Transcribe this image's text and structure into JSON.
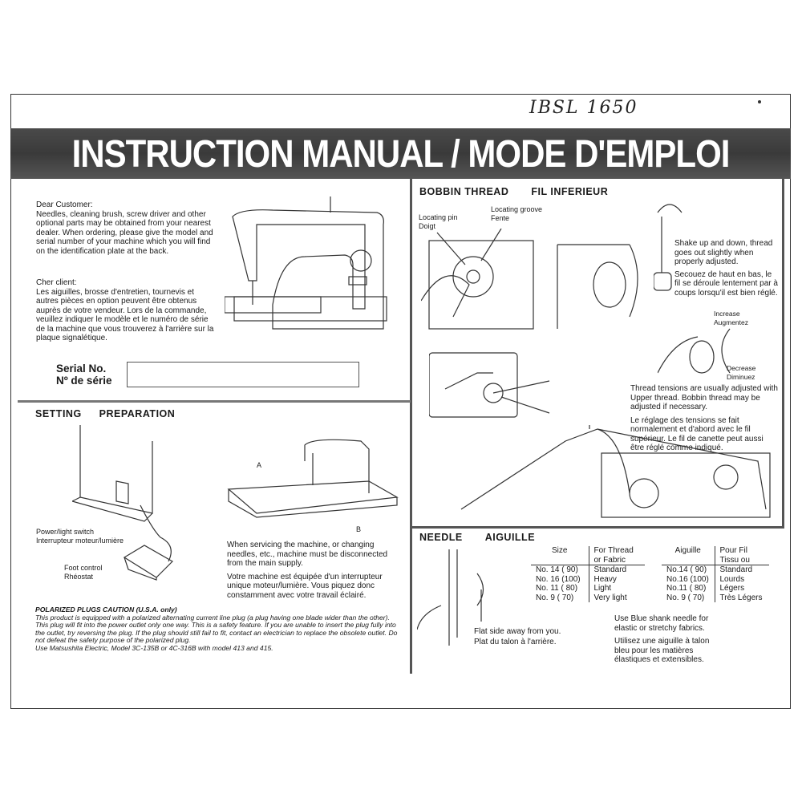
{
  "handwritten_note": "IBSL 1650",
  "title": "INSTRUCTION MANUAL / MODE D'EMPLOI",
  "customer": {
    "en_heading": "Dear Customer:",
    "en_body": "Needles, cleaning brush, screw driver and other optional parts may be obtained from your nearest dealer. When ordering, please give the model and serial number of your machine which you will find on the identification plate at the back.",
    "fr_heading": "Cher client:",
    "fr_body": "Les aiguilles, brosse d'entretien, tournevis et autres pièces en option peuvent être obtenus auprès de votre vendeur. Lors de la commande, veuillez indiquer le modèle et le numéro de série de la machine que vous trouverez à l'arrière sur la plaque signalétique.",
    "serial_label_en": "Serial No.",
    "serial_label_fr": "Nº de série",
    "serial_value": ""
  },
  "setting": {
    "heading_en": "SETTING",
    "heading_fr": "PREPARATION",
    "power_switch_en": "Power/light switch",
    "power_switch_fr": "Interrupteur  moteur/lumière",
    "foot_control_en": "Foot control",
    "foot_control_fr": "Rhéostat",
    "label_a": "A",
    "label_b": "B",
    "service_en": "When servicing the machine, or changing needles, etc., machine must be disconnected from the main supply.",
    "service_fr": "Votre machine est équipée d'un interrupteur unique moteur/lumière. Vous piquez donc constamment avec votre travail éclairé.",
    "caution_heading": "POLARIZED PLUGS CAUTION (U.S.A. only)",
    "caution_body": "This product is equipped with a polarized alternating current line plug (a plug having one blade wider than the other). This plug will fit into the power outlet only one way. This is a safety feature. If you are unable to insert the plug fully into the outlet, try reversing the plug. If the plug should still fail to fit, contact an electrician to replace the obsolete outlet. Do not defeat the safety purpose of the polarized plug.",
    "caution_model": "Use Matsushita Electric, Model 3C-135B or 4C-316B with model 413 and 415."
  },
  "bobbin": {
    "heading_en": "BOBBIN THREAD",
    "heading_fr": "FIL INFERIEUR",
    "locating_pin_en": "Locating pin",
    "locating_pin_fr": "Doigt",
    "locating_groove_en": "Locating groove",
    "locating_groove_fr": "Fente",
    "shake_en": "Shake up and down, thread goes out slightly when properly adjusted.",
    "shake_fr": "Secouez de haut en bas, le fil se déroule lentement par à coups lorsqu'il est bien réglé.",
    "increase_en": "Increase",
    "increase_fr": "Augmentez",
    "decrease_en": "Decrease",
    "decrease_fr": "Diminuez",
    "tension_en": "Thread tensions are usually adjusted with Upper thread. Bobbin thread may be adjusted if necessary.",
    "tension_fr": "Le réglage des tensions se fait normalement et d'abord avec le fil supérieur. Le fil de canette peut aussi être réglé comme indiqué."
  },
  "needle": {
    "heading_en": "NEEDLE",
    "heading_fr": "AIGUILLE",
    "table_en": {
      "headers": [
        "Size",
        "For Thread or Fabric"
      ],
      "rows": [
        [
          "No. 14 (  90)",
          "Standard"
        ],
        [
          "No. 16 (100)",
          "Heavy"
        ],
        [
          "No. 11 (  80)",
          "Light"
        ],
        [
          "No.   9 (  70)",
          "Very light"
        ]
      ]
    },
    "table_fr": {
      "headers": [
        "Aiguille",
        "Pour Fil Tissu ou"
      ],
      "rows": [
        [
          "No.14 (  90)",
          "Standard"
        ],
        [
          "No.16 (100)",
          "Lourds"
        ],
        [
          "No.11 (  80)",
          "Légers"
        ],
        [
          "No.  9 (  70)",
          "Très Légers"
        ]
      ]
    },
    "flat_en": "Flat side away from you.",
    "flat_fr": "Plat du talon à l'arrière.",
    "blue_en": "Use Blue shank needle for elastic or stretchy fabrics.",
    "blue_fr": "Utilisez une aiguille à talon bleu pour les matières élastiques et extensibles."
  }
}
